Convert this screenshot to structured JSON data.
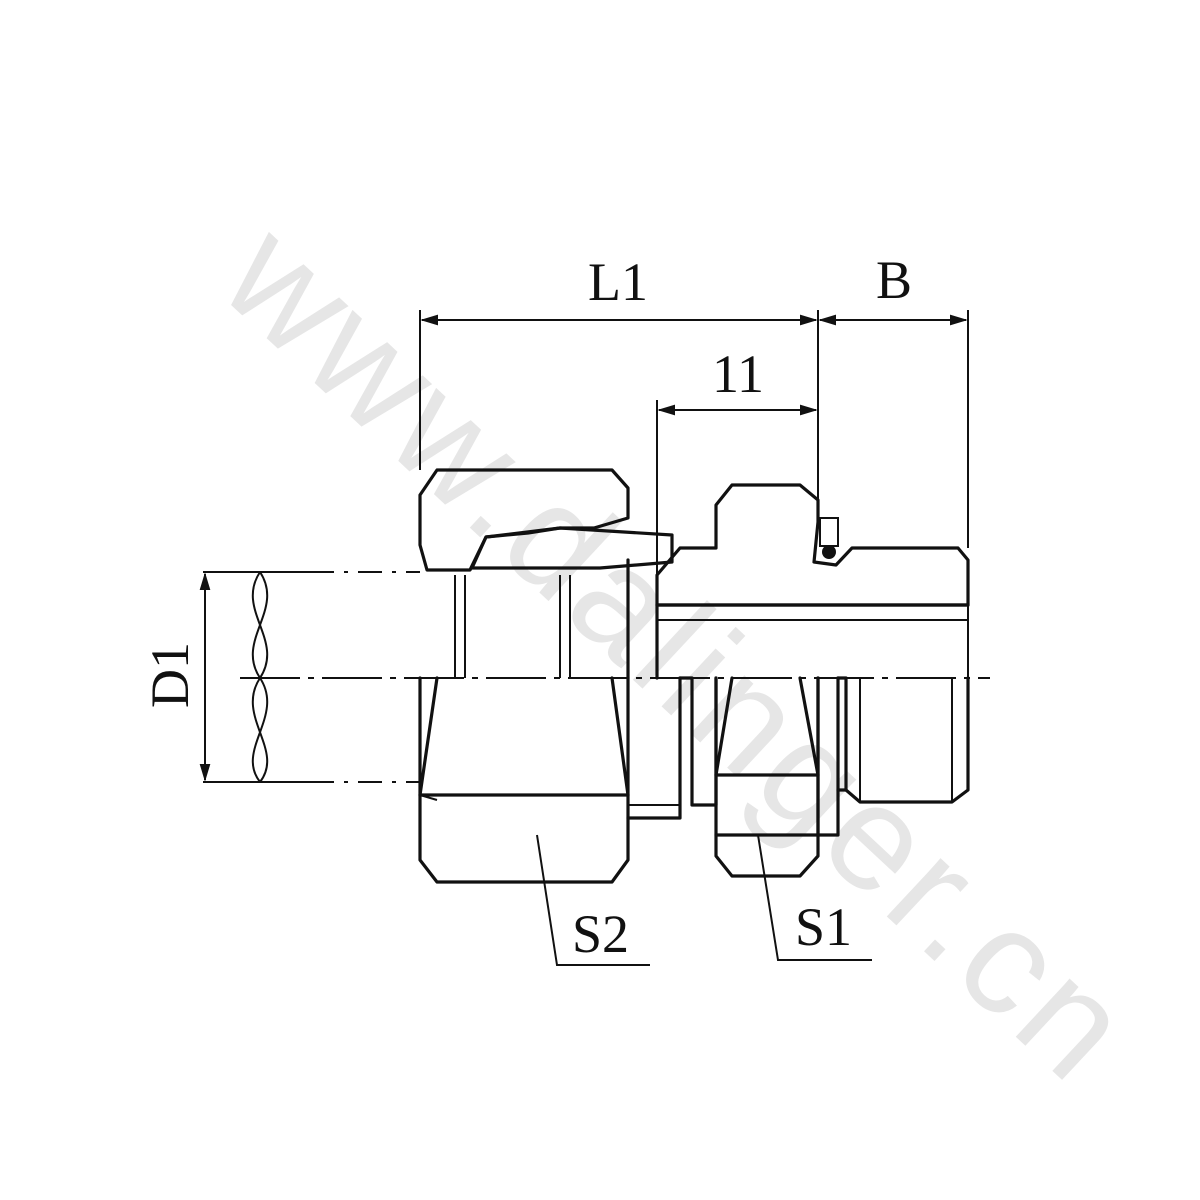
{
  "drawing": {
    "watermark": "www.dalinger.cn",
    "dimensions": {
      "L1": "L1",
      "l1": "11",
      "B": "B",
      "D1": "D1",
      "S1": "S1",
      "S2": "S2"
    }
  }
}
